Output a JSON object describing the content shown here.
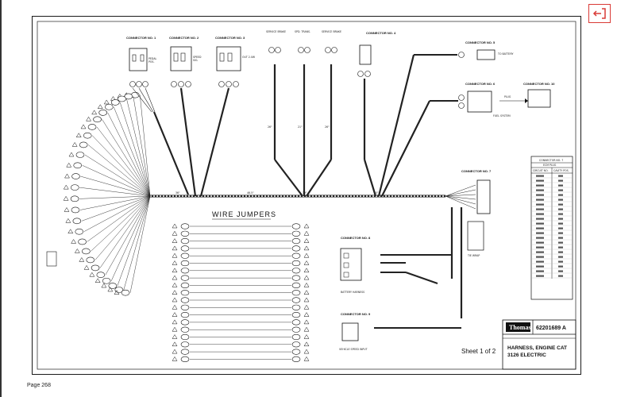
{
  "diagram": {
    "jumpers_title": "WIRE JUMPERS",
    "sheet_label": "Sheet 1 of 2",
    "title_line1": "HARNESS, ENGINE CAT",
    "title_line2": "3126 ELECTRIC",
    "part_number": "62201689 A",
    "brand": "Thomas",
    "connectors": [
      "CONNECTOR NO. 1",
      "CONNECTOR NO. 2",
      "CONNECTOR NO. 3",
      "CONNECTOR NO. 4",
      "CONNECTOR NO. 5",
      "CONNECTOR NO. 6",
      "CONNECTOR NO. 7",
      "CONNECTOR NO. 8",
      "CONNECTOR NO. 9",
      "CONNECTOR NO. 10"
    ],
    "ecm_table": {
      "header": "CONNECTOR NO. 7",
      "subheader": "ECM PLUG",
      "col1": "CIRCUIT NO.",
      "col2": "CAVITY POS."
    },
    "callouts": {
      "battery_harness": "BATTERY HARNESS",
      "vehicle_speed": "VEHICLE SPEED INPUT",
      "ecm_note": "TIE WRAP",
      "plug_note": "PLUG"
    }
  },
  "page": {
    "number": "Page 268"
  },
  "controls": {
    "exit_icon": "exit-arrow-icon",
    "accent_color": "#d93a36"
  }
}
